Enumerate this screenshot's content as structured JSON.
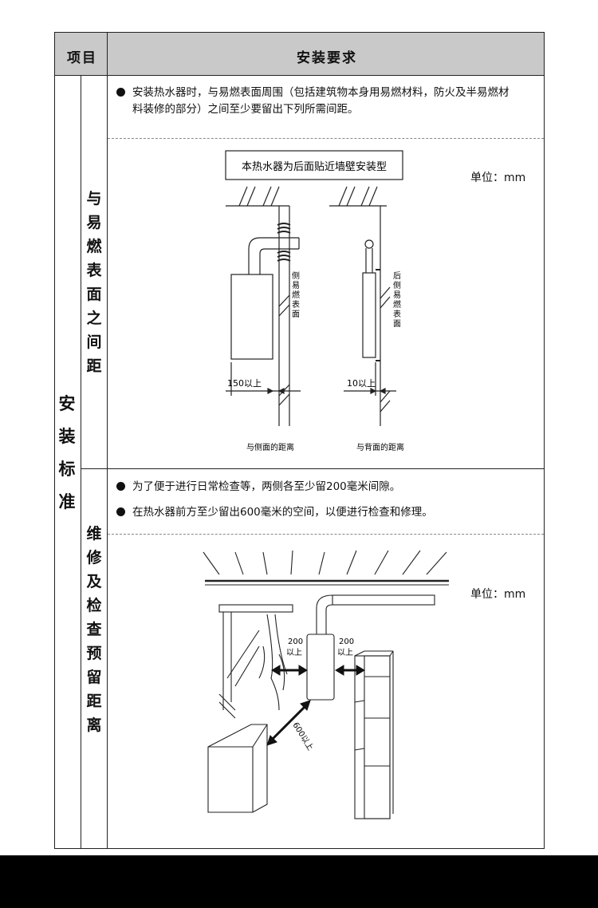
{
  "header": {
    "col1": "项目",
    "col2": "安装要求"
  },
  "category": "安装标准",
  "section1": {
    "label": "与易燃表面之间距",
    "bullet_line1": "安装热水器时，与易燃表面周围（包括建筑物本身用易燃材料，防火及半易燃材",
    "bullet_line2": "料装修的部分）之间至少要留出下列所需间距。",
    "diagram": {
      "caption": "本热水器为后面贴近墙壁安装型",
      "unit": "单位：mm",
      "side_label": "侧易燃表面",
      "back_label": "后侧易燃表面",
      "side_dim": "150以上",
      "back_dim": "10以上",
      "side_caption": "与侧面的距离",
      "back_caption": "与背面的距离"
    }
  },
  "section2": {
    "label": "维修及检查预留距离",
    "bullet1": "为了便于进行日常检查等，两侧各至少留200毫米间隙。",
    "bullet2": "在热水器前方至少留出600毫米的空间，以便进行检查和修理。",
    "diagram": {
      "unit": "单位：mm",
      "left_gap_value": "200",
      "left_gap_suffix": "以上",
      "right_gap_value": "200",
      "right_gap_suffix": "以上",
      "front_gap": "600以上"
    }
  }
}
